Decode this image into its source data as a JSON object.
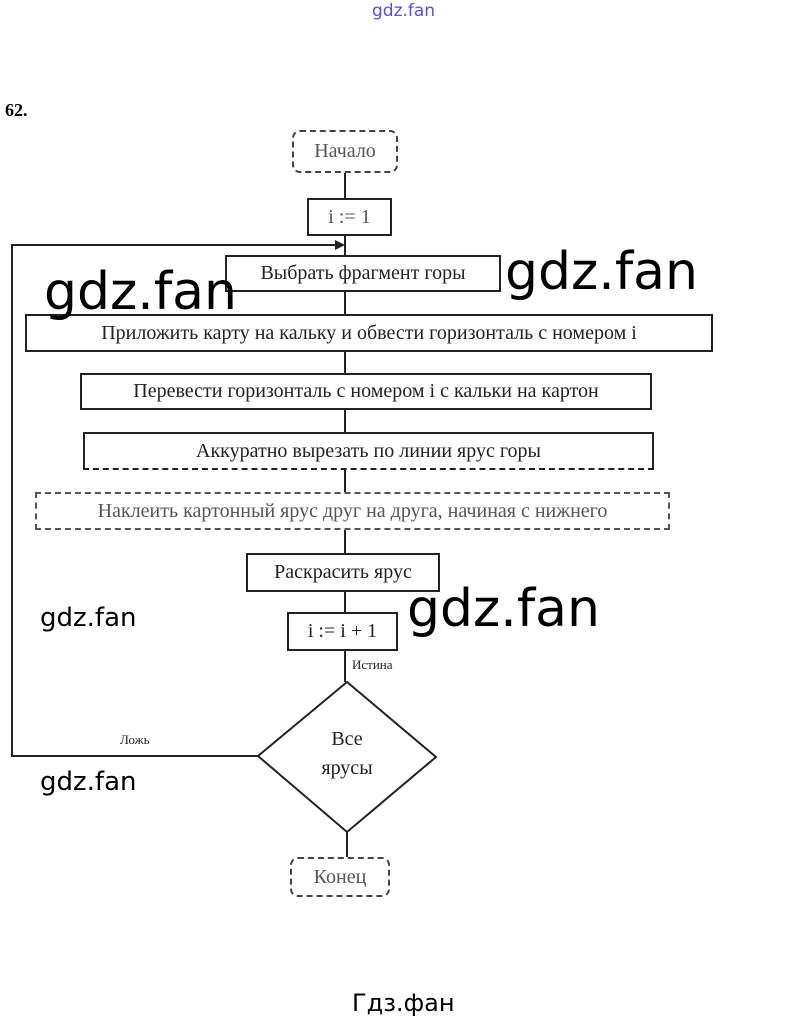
{
  "header": {
    "watermark": "gdz.fan",
    "watermark_color": "#5b4fd6"
  },
  "task_number": "62.",
  "flowchart": {
    "start": "Начало",
    "init": "i := 1",
    "steps": [
      "Выбрать фрагмент горы",
      "Приложить карту на кальку и обвести горизонталь с номером i",
      "Перевести горизонталь с номером i с кальки на картон",
      "Аккуратно вырезать по линии ярус горы",
      "Наклеить картонный ярус друг на друга, начиная с нижнего",
      "Раскрасить ярус"
    ],
    "increment": "i := i + 1",
    "condition": {
      "line1": "Все",
      "line2": "ярусы"
    },
    "true_label": "Истина",
    "false_label": "Ложь",
    "end": "Конец"
  },
  "watermarks": [
    "gdz.fan",
    "gdz.fan",
    "gdz.fan",
    "gdz.fan",
    "gdz.fan"
  ],
  "footer": {
    "text": "Гдз.фан"
  }
}
